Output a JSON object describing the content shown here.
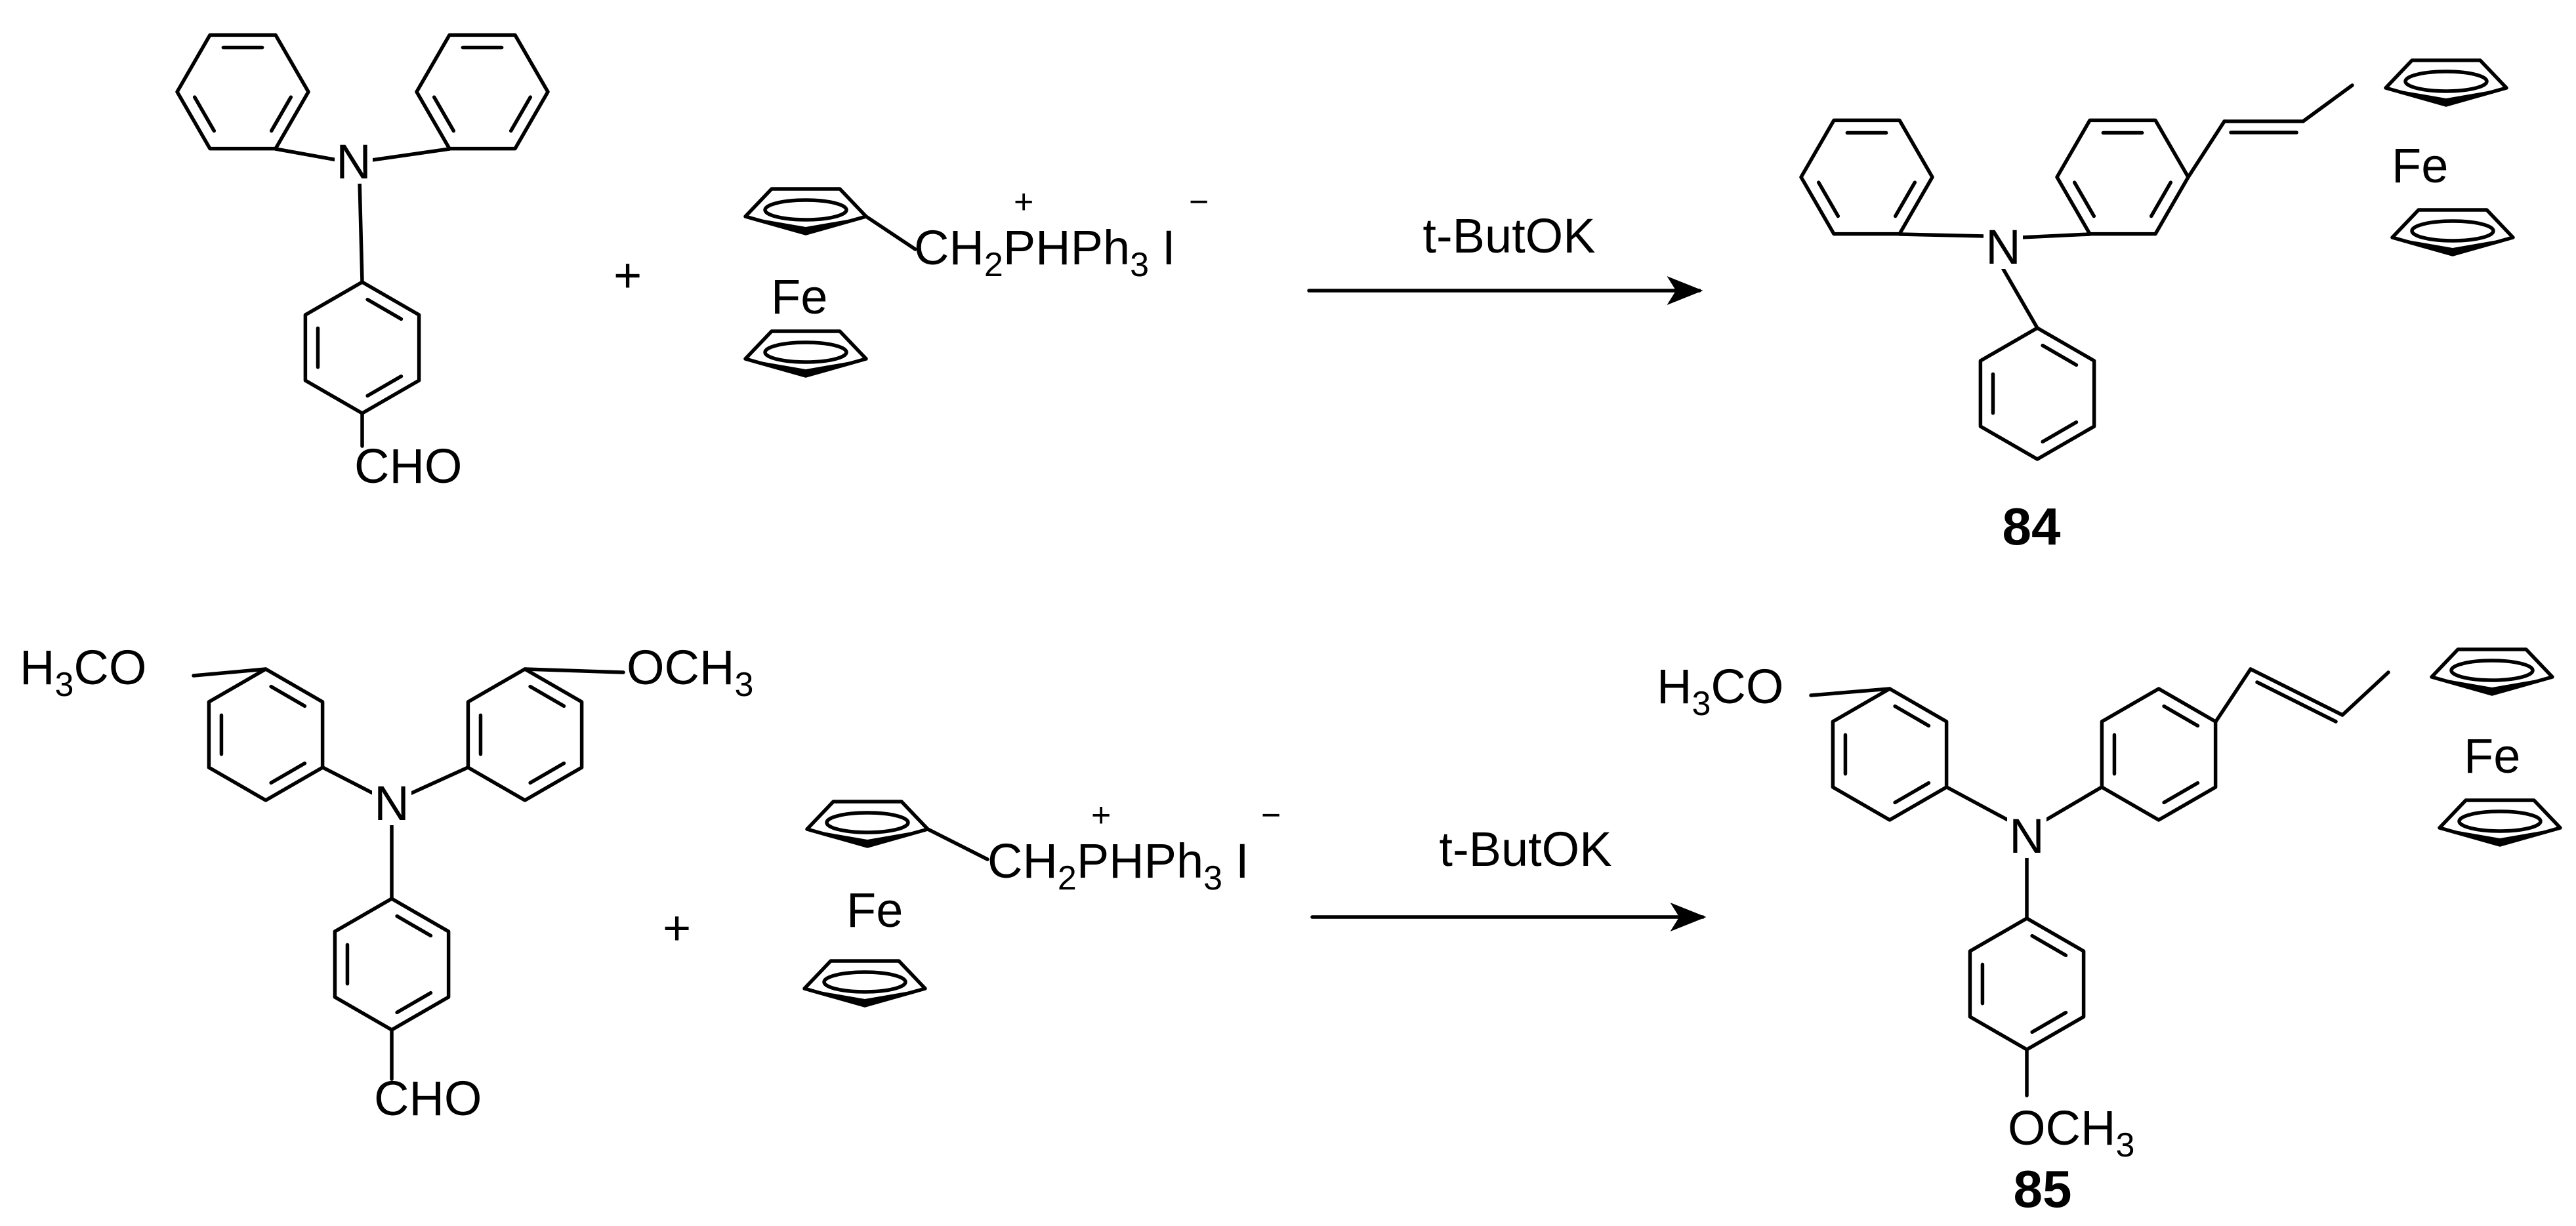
{
  "reactions": [
    {
      "reactant_a": {
        "nitrogen": "N",
        "formyl": "CHO",
        "substituent_left": "",
        "substituent_right": ""
      },
      "plus": "+",
      "reactant_b": {
        "iron": "Fe",
        "linker_ch": "CH",
        "linker_sub": "2",
        "phosphonium_charge": "+",
        "phosphonium": "PHPh",
        "phenyl_sub": "3",
        "counter_ion": "I",
        "counter_charge": "−"
      },
      "reagent": "t-ButOK",
      "product": {
        "nitrogen": "N",
        "iron": "Fe",
        "compound_number": "84"
      }
    },
    {
      "reactant_a": {
        "nitrogen": "N",
        "formyl": "CHO",
        "methoxy_left_pre": "H",
        "methoxy_left_sub": "3",
        "methoxy_left_post": "CO",
        "methoxy_right_pre": "OCH",
        "methoxy_right_sub": "3"
      },
      "plus": "+",
      "reactant_b": {
        "iron": "Fe",
        "linker_ch": "CH",
        "linker_sub": "2",
        "phosphonium_charge": "+",
        "phosphonium": "PHPh",
        "phenyl_sub": "3",
        "counter_ion": "I",
        "counter_charge": "−"
      },
      "reagent": "t-ButOK",
      "product": {
        "nitrogen": "N",
        "iron": "Fe",
        "methoxy_left_pre": "H",
        "methoxy_left_sub": "3",
        "methoxy_left_post": "CO",
        "methoxy_bottom_pre": "OCH",
        "methoxy_bottom_sub": "3",
        "compound_number": "85"
      }
    }
  ]
}
